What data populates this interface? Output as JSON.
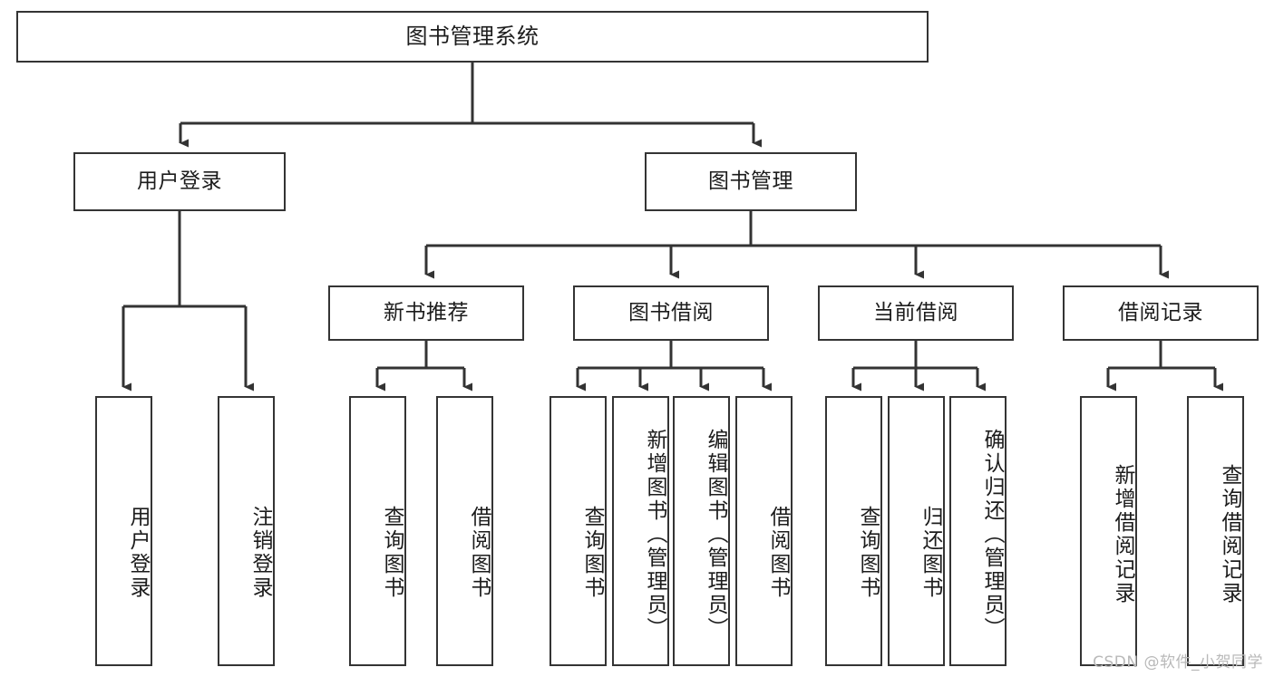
{
  "diagram": {
    "type": "tree",
    "title": "图书管理系统",
    "watermark": "CSDN @软件_小贺同学",
    "colors": {
      "box_border": "#343434",
      "box_fill": "#ffffff",
      "connector": "#333333",
      "text": "#1c1c1c",
      "watermark": "#b9b9b9"
    },
    "nodes": {
      "root": "图书管理系统",
      "level2": [
        "用户登录",
        "图书管理"
      ],
      "level3": [
        "新书推荐",
        "图书借阅",
        "当前借阅",
        "借阅记录"
      ],
      "leaves_user_login": [
        "用户登录",
        "注销登录"
      ],
      "leaves_new_book": [
        "查询图书",
        "借阅图书"
      ],
      "leaves_borrow": [
        "查询图书",
        "新增图书（管理员）",
        "编辑图书（管理员）",
        "借阅图书"
      ],
      "leaves_current": [
        "查询图书",
        "归还图书",
        "确认归还（管理员）"
      ],
      "leaves_records": [
        "新增借阅记录",
        "查询借阅记录"
      ]
    }
  }
}
